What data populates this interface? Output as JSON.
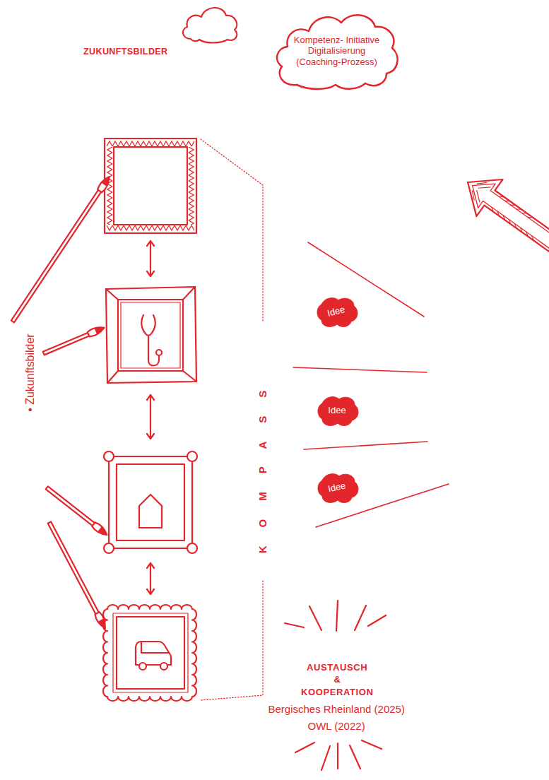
{
  "diagram": {
    "title": "ZUKUNFTSBILDER",
    "nodes": [
      {
        "text": [
          "Kompetenz- Initiative Digitalisierung (Coaching-Prozess)"
        ]
      },
      {
        "text": [
          "Idee"
        ]
      },
      {
        "text": [
          "Idee"
        ]
      },
      {
        "text": [
          "Idee"
        ]
      }
    ],
    "labels": [
      "• Zukunftsbilder",
      "KOMPASS",
      "AUSTAUSCH",
      "&",
      "KOOPERATION",
      "Bergisches Rheinland (2025)",
      "OWL (2022)"
    ]
  }
}
